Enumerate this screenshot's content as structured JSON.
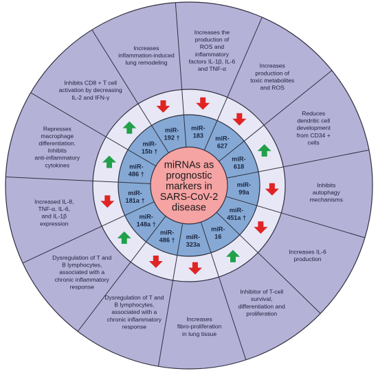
{
  "center": {
    "lines": [
      "miRNAs as",
      "prognostic",
      "markers in",
      "SARS-CoV-2",
      "disease"
    ]
  },
  "colors": {
    "outer": "#b5b2d8",
    "middle": "#e7e7f6",
    "inner": "#85a9d4",
    "center": "#f6a3a3",
    "up_arrow": "#21a04a",
    "down_arrow": "#e02424",
    "line": "#2f2f3f"
  },
  "segments": [
    {
      "mirna": [
        "miR-",
        "181a †"
      ],
      "direction": "down",
      "effect": [
        "Increased IL-8,",
        "TNF-α, IL-6,",
        "and IL-1β",
        "expression"
      ]
    },
    {
      "mirna": [
        "miR-",
        "486 †"
      ],
      "direction": "up",
      "effect": [
        "Represses",
        "macrophage",
        "differentiation.",
        "Inhibits",
        "anti-inflammatory",
        "cytokines"
      ]
    },
    {
      "mirna": [
        "miR-",
        "15b †"
      ],
      "direction": "up",
      "effect": [
        "Inhibits CD8 + T cell",
        "activation by decreasing",
        "IL-2 and IFN-γ"
      ]
    },
    {
      "mirna": [
        "miR-",
        "192 †"
      ],
      "direction": "down",
      "effect": [
        "Increases",
        "inflammation-induced",
        "lung remodeling"
      ]
    },
    {
      "mirna": [
        "miR-",
        "183"
      ],
      "direction": "down",
      "effect": [
        "Increases the",
        "production of",
        "ROS and",
        "inflammatory",
        "factors IL-1β, IL-6",
        "and TNF-α"
      ]
    },
    {
      "mirna": [
        "miR-",
        "627"
      ],
      "direction": "down",
      "effect": [
        "Increases",
        "production of",
        "toxic metabolites",
        "and ROS"
      ]
    },
    {
      "mirna": [
        "miR-",
        "618"
      ],
      "direction": "up",
      "effect": [
        "Reduces",
        "dendritic cell",
        "development",
        "from CD34 +",
        "cells"
      ]
    },
    {
      "mirna": [
        "miR-",
        "99a"
      ],
      "direction": "down",
      "effect": [
        "Inhibits",
        "autophagy",
        "mechanisms"
      ]
    },
    {
      "mirna": [
        "miR-",
        "451a †"
      ],
      "direction": "down",
      "effect": [
        "Increases IL-6",
        "production"
      ]
    },
    {
      "mirna": [
        "miR-",
        "16"
      ],
      "direction": "up",
      "effect": [
        "Inhibitor of T-cell",
        "survival,",
        "differentiation and",
        "proliferation"
      ]
    },
    {
      "mirna": [
        "miR-",
        "323a"
      ],
      "direction": "down",
      "effect": [
        "Increases",
        "fibro-proliferation",
        "in lung tissue"
      ]
    },
    {
      "mirna": [
        "miR-",
        "486 †"
      ],
      "direction": "down",
      "effect": [
        "Dysregulation of T and",
        "B lymphocytes,",
        "associated with a",
        "chronic inflammatory",
        "response"
      ]
    },
    {
      "mirna": [
        "miR-",
        "148a †"
      ],
      "direction": "up",
      "effect": [
        "Dysregulation of T and",
        "B lymphocytes,",
        "associated with a",
        "chronic inflammatory",
        "response"
      ]
    }
  ]
}
